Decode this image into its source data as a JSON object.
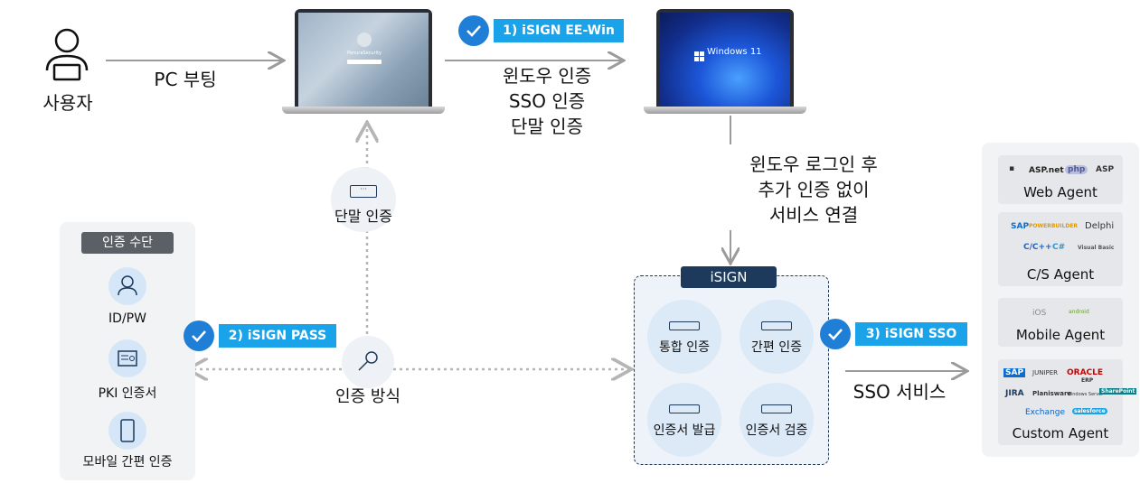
{
  "user_label": "사용자",
  "step_pc_boot": "PC 부팅",
  "tag1": "1) iSIGN EE-Win",
  "tag2": "2) iSIGN PASS",
  "tag3": "3) iSIGN SSO",
  "win_auth_lines": [
    "윈도우 인증",
    "SSO 인증",
    "단말 인증"
  ],
  "after_login_lines": [
    "윈도우 로그인 후",
    "추가 인증 없이",
    "서비스 연결"
  ],
  "windows_logo_text": "Windows 11",
  "lock_user_text": "PenuraSecurity",
  "device_auth": "단말 인증",
  "auth_method": "인증 방식",
  "auth_means": {
    "title": "인증 수단",
    "items": [
      "ID/PW",
      "PKI 인증서",
      "모바일 간편 인증"
    ]
  },
  "isign": {
    "title": "iSIGN",
    "items": [
      "통합 인증",
      "간편 인증",
      "인증서 발급",
      "인증서 검증"
    ]
  },
  "sso_service": "SSO 서비스",
  "agents": [
    {
      "label": "Web Agent",
      "logos": [
        "ASP.net",
        "php",
        "ASP"
      ]
    },
    {
      "label": "C/S Agent",
      "logos": [
        "SAP",
        "POWERBUILDER",
        "Delphi",
        "C/C++",
        "C#",
        "Visual Basic"
      ]
    },
    {
      "label": "Mobile Agent",
      "logos": [
        "iOS",
        "android"
      ]
    },
    {
      "label": "Custom Agent",
      "logos": [
        "SAP",
        "JUNIPER",
        "ORACLE",
        "ERP",
        "JIRA",
        "Planisware",
        "Windows Server",
        "SharePoint",
        "Exchange",
        "salesforce"
      ]
    }
  ],
  "colors": {
    "accent": "#1aa3e8",
    "check": "#1f7fd6",
    "navy": "#1d3a5c"
  }
}
